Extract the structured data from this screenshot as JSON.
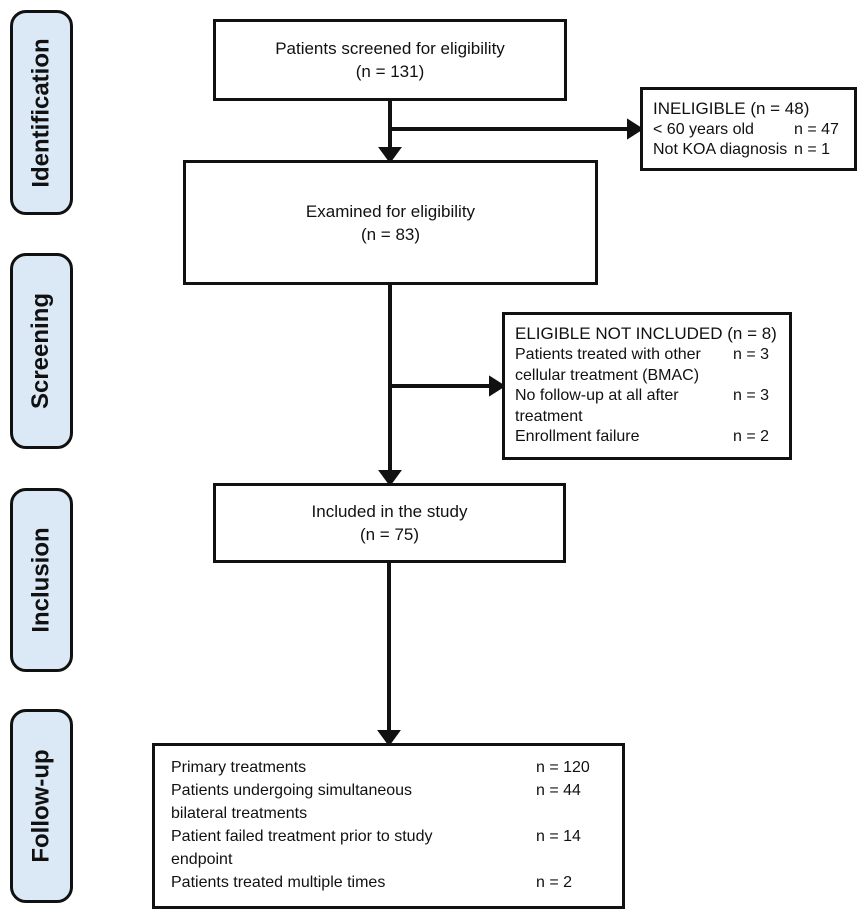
{
  "palette": {
    "background": "#ffffff",
    "box_border": "#111111",
    "stage_fill": "#dbe8f5",
    "text": "#111111"
  },
  "stages": [
    {
      "label": "Identification"
    },
    {
      "label": "Screening"
    },
    {
      "label": "Inclusion"
    },
    {
      "label": "Follow-up"
    }
  ],
  "boxes": {
    "screened": {
      "title": "Patients screened for eligibility",
      "count": "(n = 131)"
    },
    "examined": {
      "title": "Examined for eligibility",
      "count": "(n = 83)"
    },
    "included": {
      "title": "Included in the study",
      "count": "(n = 75)"
    },
    "ineligible": {
      "title": "INELIGIBLE (n = 48)",
      "items": [
        {
          "label": "< 60 years old",
          "value": "n = 47"
        },
        {
          "label": "Not KOA diagnosis",
          "value": "n = 1"
        }
      ]
    },
    "eligible_not_included": {
      "title": "ELIGIBLE NOT INCLUDED (n = 8)",
      "items": [
        {
          "label": "Patients treated with other cellular treatment (BMAC)",
          "value": "n = 3"
        },
        {
          "label": "No follow-up at all after treatment",
          "value": "n = 3"
        },
        {
          "label": "Enrollment failure",
          "value": "n = 2"
        }
      ]
    },
    "follow_up": {
      "items": [
        {
          "label": "Primary treatments",
          "value": "n = 120"
        },
        {
          "label": "Patients undergoing simultaneous bilateral treatments",
          "value": "n = 44"
        },
        {
          "label": "Patient failed treatment prior to study endpoint",
          "value": "n = 14"
        },
        {
          "label": "Patients treated multiple times",
          "value": "n = 2"
        }
      ]
    }
  }
}
